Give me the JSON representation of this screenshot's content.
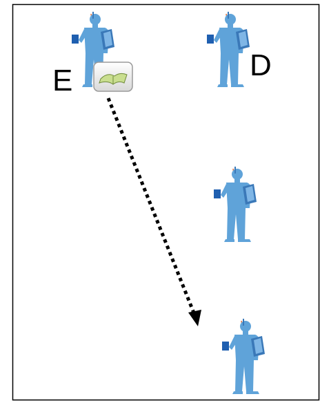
{
  "diagram": {
    "labels": {
      "e": "E",
      "d": "D"
    },
    "figures": [
      {
        "id": "figure-e",
        "icon": "person-with-book-icon",
        "label_ref": "e"
      },
      {
        "id": "figure-d",
        "icon": "person-with-book-icon",
        "label_ref": "d"
      },
      {
        "id": "figure-middle",
        "icon": "person-with-book-icon"
      },
      {
        "id": "figure-bottom",
        "icon": "person-with-book-icon"
      }
    ],
    "document_icon": "open-book-icon",
    "arrow": {
      "style": "dotted",
      "from": "figure-e",
      "to": "figure-bottom"
    },
    "colors": {
      "person_body": "#5fa3d9",
      "person_dark": "#3a78b8",
      "book_blue": "#1f5fb0",
      "arrow": "#000000",
      "frame": "#000000",
      "icon_tile_border": "#9a9a9a",
      "paper_green": "#c9de8f"
    }
  }
}
